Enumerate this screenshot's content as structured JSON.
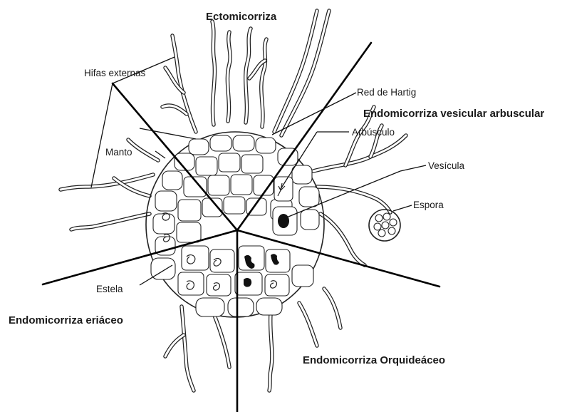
{
  "labels": {
    "ectomicorriza": "Ectomicorriza",
    "vesicular": "Endomicorriza vesicular arbuscular",
    "eriaceo": "Endomicorriza eriáceo",
    "orquideaceo": "Endomicorriza Orquideáceo",
    "hifas": "Hifas externas",
    "manto": "Manto",
    "hartig": "Red de Hartig",
    "arbusculo": "Arbúsculo",
    "vesicula": "Vesícula",
    "espora": "Espora",
    "estela": "Estela"
  }
}
